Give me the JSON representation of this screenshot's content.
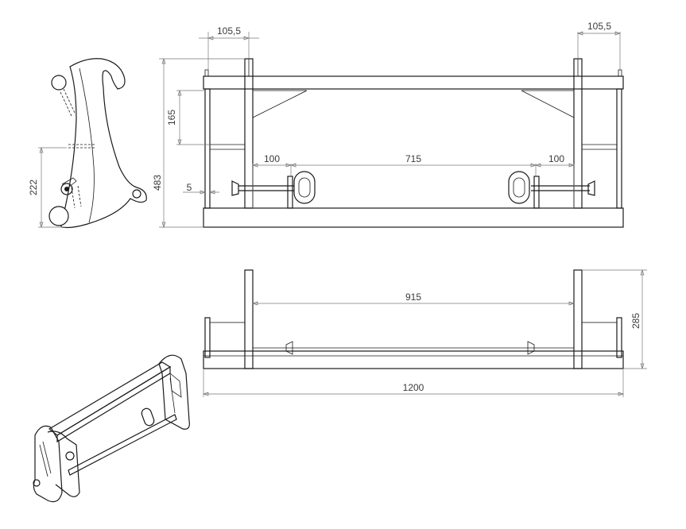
{
  "drawing": {
    "dimensions": {
      "side_height_222": "222",
      "front_width_left_105": "105,5",
      "front_width_right_105": "105,5",
      "front_165": "165",
      "front_total_483": "483",
      "front_gap_5": "5",
      "front_left_100": "100",
      "front_mid_715": "715",
      "front_right_100": "100",
      "top_915": "915",
      "top_height_285": "285",
      "top_width_1200": "1200"
    }
  }
}
